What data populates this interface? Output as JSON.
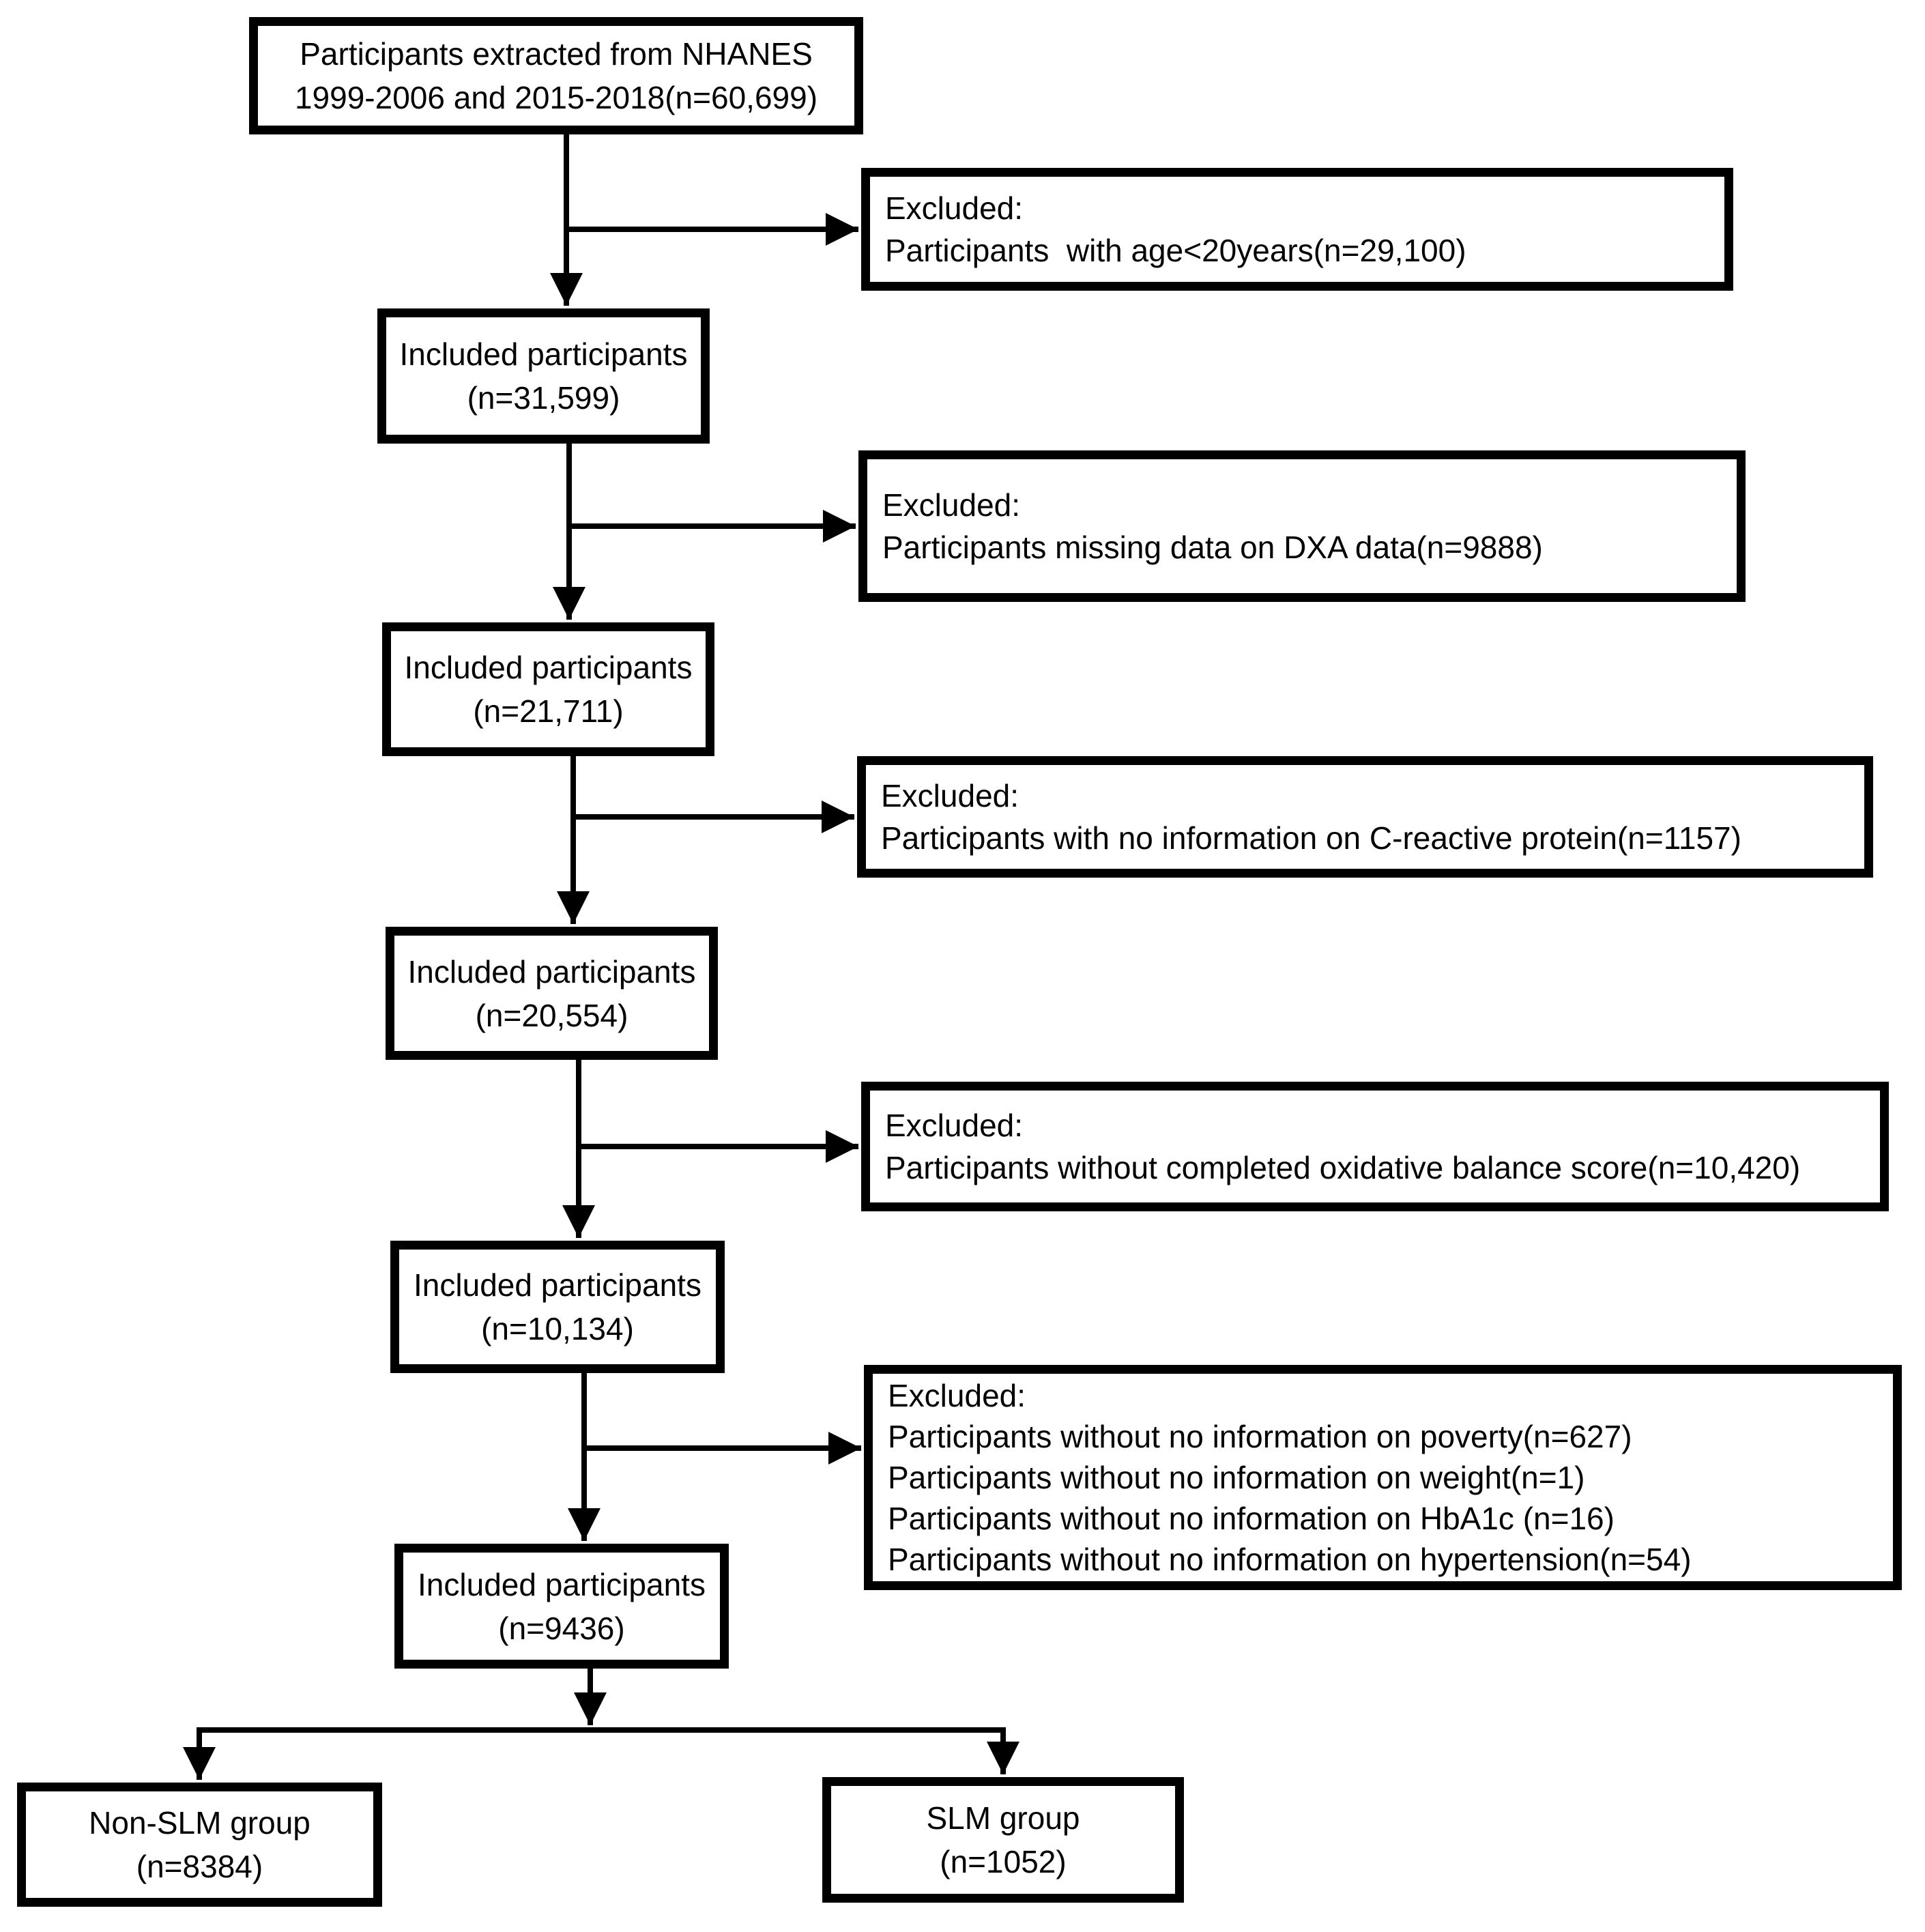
{
  "diagram": {
    "source": {
      "line1": "Participants extracted from NHANES",
      "line2": "1999-2006 and 2015-2018(n=60,699)"
    },
    "included_steps": [
      {
        "label": "Included participants",
        "count": "(n=31,599)"
      },
      {
        "label": "Included participants",
        "count": "(n=21,711)"
      },
      {
        "label": "Included participants",
        "count": "(n=20,554)"
      },
      {
        "label": "Included participants",
        "count": "(n=10,134)"
      },
      {
        "label": "Included participants",
        "count": "(n=9436)"
      }
    ],
    "excluded_steps": [
      {
        "header": "Excluded:",
        "items": [
          "Participants  with age<20years(n=29,100)"
        ]
      },
      {
        "header": "Excluded:",
        "items": [
          "Participants missing data on DXA data(n=9888)"
        ]
      },
      {
        "header": "Excluded:",
        "items": [
          "Participants with no information on C-reactive protein(n=1157)"
        ]
      },
      {
        "header": "Excluded:",
        "items": [
          "Participants without completed oxidative balance score(n=10,420)"
        ]
      },
      {
        "header": "Excluded:",
        "items": [
          "Participants without no information on poverty(n=627)",
          "Participants without no information on weight(n=1)",
          "Participants without no information on HbA1c (n=16)",
          "Participants without no information on hypertension(n=54)"
        ]
      }
    ],
    "groups": [
      {
        "label": "Non-SLM group",
        "count": "(n=8384)"
      },
      {
        "label": "SLM group",
        "count": "(n=1052)"
      }
    ],
    "colors": {
      "background": "#ffffff",
      "box_border": "#000000",
      "arrow": "#000000",
      "text": "#000000"
    }
  }
}
